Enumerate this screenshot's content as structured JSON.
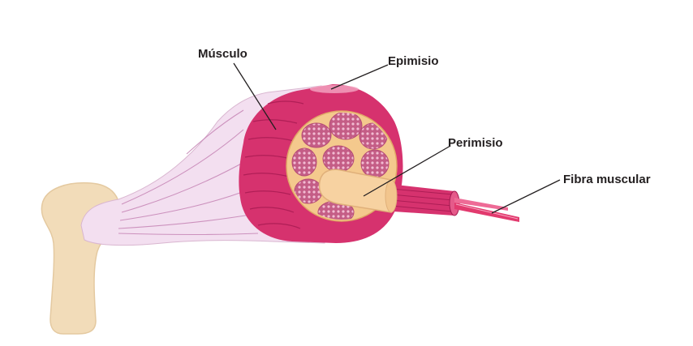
{
  "labels": {
    "musculo": "Músculo",
    "epimisio": "Epimisio",
    "perimisio": "Perimisio",
    "fibra_muscular": "Fibra muscular"
  },
  "colors": {
    "bone": "#f2dcb9",
    "bone_outline": "#e0c59c",
    "tendon": "#f3dff0",
    "tendon_line": "#c889b8",
    "muscle": "#d6326e",
    "muscle_dark": "#a3184f",
    "fascicle_fill": "#c45d86",
    "fascicle_dot": "#f2bcd2",
    "epimysium": "#f4c98d",
    "perimysium_sheath": "#f7d2a1",
    "fiber": "#e23a6e",
    "text": "#231f20"
  }
}
